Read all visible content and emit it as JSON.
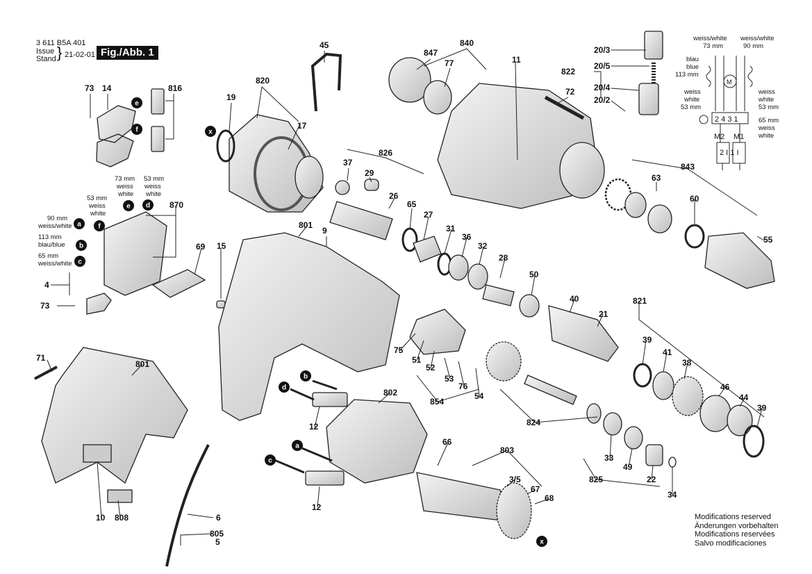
{
  "header": {
    "doc_number": "3 611 B5A 401",
    "issue_label": "Issue",
    "stand_label": "Stand",
    "date": "21-02-01",
    "figure": "Fig./Abb. 1"
  },
  "notes": [
    "Modifications reserved",
    "Änderungen vorbehalten",
    "Modifications reservées",
    "Salvo modificaciones"
  ],
  "wire_labels": {
    "w90": "90 mm",
    "w90c": "weiss/white",
    "w113": "113 mm",
    "w113c": "blau/blue",
    "w65": "65 mm",
    "w65c": "weiss/white",
    "w73": "73 mm",
    "w73a": "weiss",
    "w73b": "white",
    "w53": "53 mm",
    "w53a": "weiss",
    "w53b": "white",
    "w53l": "53 mm",
    "w53la": "weiss",
    "w53lb": "white"
  },
  "schematic": {
    "ww_left": "weiss/white",
    "len73": "73 mm",
    "ww_right": "weiss/white",
    "len90": "90 mm",
    "blau": "blau",
    "blue": "blue",
    "len113": "113 mm",
    "weiss_l": "weiss",
    "white_l": "white",
    "len53_l": "53 mm",
    "weiss_r": "weiss",
    "white_r": "white",
    "len53_r": "53 mm",
    "len65": "65 mm",
    "weiss_r2": "weiss",
    "white_r2": "white",
    "terminals": "2 4 3 1",
    "m2": "M2",
    "m1": "M1",
    "contacts": "2 I  1 I",
    "motor": "M"
  },
  "badges": [
    "x",
    "e",
    "f",
    "a",
    "b",
    "c",
    "d",
    "b",
    "d",
    "a",
    "c",
    "x"
  ],
  "part_numbers": [
    "73",
    "14",
    "816",
    "45",
    "820",
    "19",
    "17",
    "847",
    "840",
    "77",
    "11",
    "72",
    "20/3",
    "20/5",
    "822",
    "20/4",
    "20/2",
    "37",
    "29",
    "826",
    "26",
    "65",
    "27",
    "31",
    "36",
    "32",
    "28",
    "63",
    "843",
    "60",
    "55",
    "870",
    "801",
    "9",
    "69",
    "15",
    "4",
    "73",
    "50",
    "40",
    "21",
    "821",
    "39",
    "41",
    "38",
    "75",
    "51",
    "52",
    "53",
    "76",
    "54",
    "854",
    "71",
    "801",
    "802",
    "12",
    "12",
    "66",
    "803",
    "3/5",
    "67",
    "68",
    "824",
    "46",
    "44",
    "39",
    "33",
    "49",
    "22",
    "34",
    "825",
    "10",
    "808",
    "6",
    "805",
    "5"
  ]
}
